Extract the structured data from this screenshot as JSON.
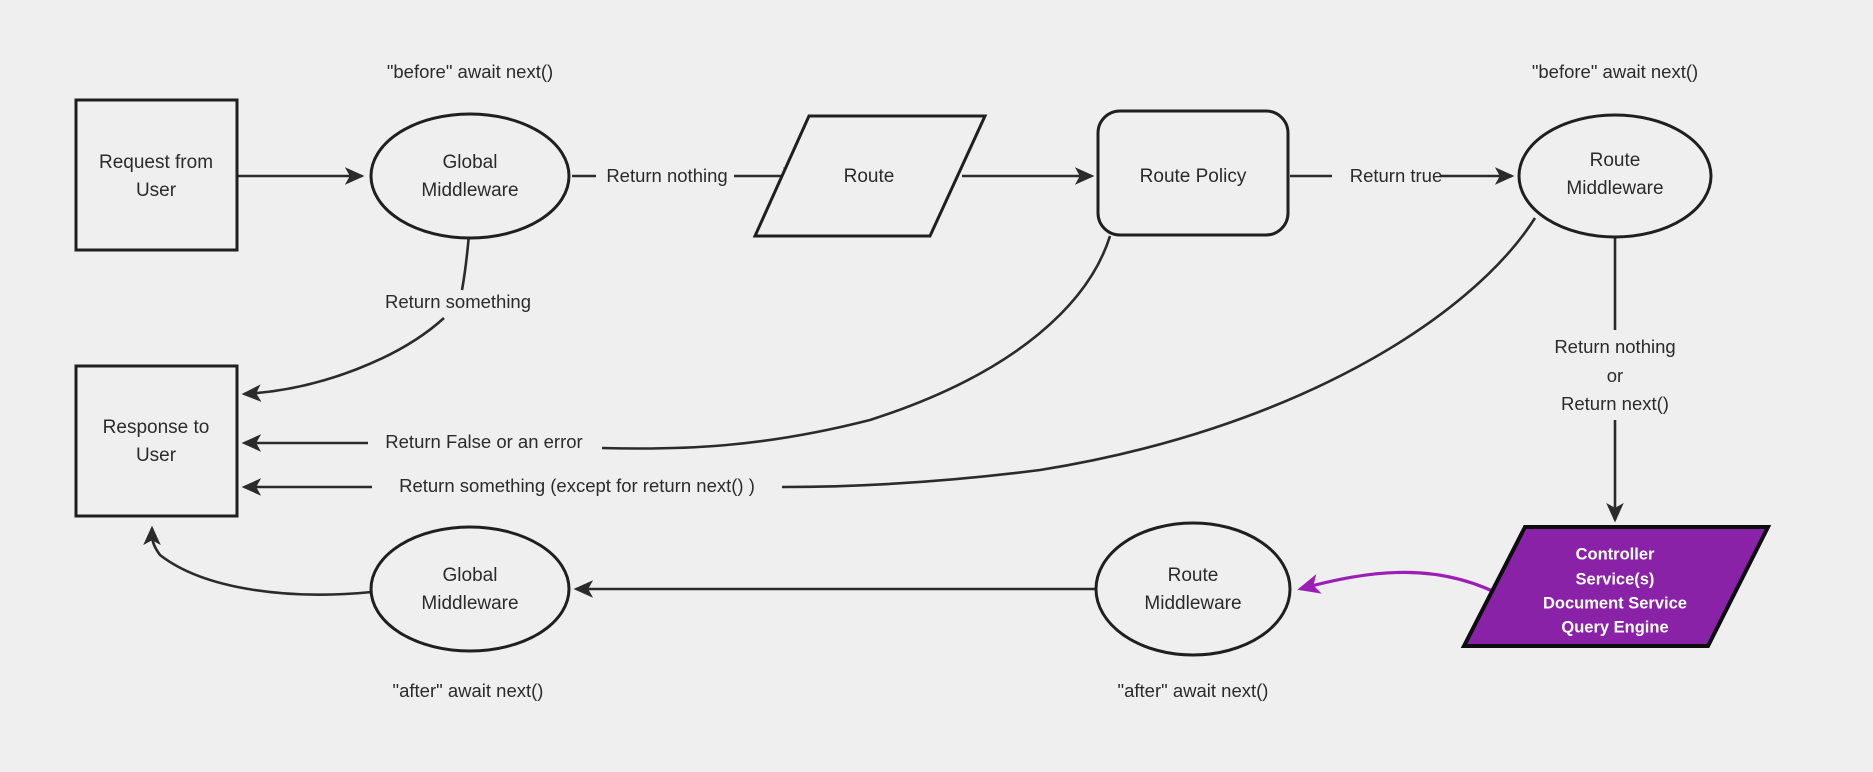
{
  "diagram": {
    "background_color": "#efefef",
    "stroke_color": "#2b2b2b",
    "accent_color": "#8a22a8",
    "nodes": {
      "request_from_user": {
        "line1": "Request from",
        "line2": "User",
        "shape": "rectangle"
      },
      "global_middleware_top": {
        "line1": "Global",
        "line2": "Middleware",
        "shape": "ellipse"
      },
      "route": {
        "line1": "Route",
        "shape": "parallelogram"
      },
      "route_policy": {
        "line1": "Route Policy",
        "shape": "rounded-rectangle"
      },
      "route_middleware_top": {
        "line1": "Route",
        "line2": "Middleware",
        "shape": "ellipse"
      },
      "response_to_user": {
        "line1": "Response to",
        "line2": "User",
        "shape": "rectangle"
      },
      "global_middleware_bottom": {
        "line1": "Global",
        "line2": "Middleware",
        "shape": "ellipse"
      },
      "route_middleware_bottom": {
        "line1": "Route",
        "line2": "Middleware",
        "shape": "ellipse"
      },
      "controller_services": {
        "line1": "Controller",
        "line2": "Service(s)",
        "line3": "Document Service",
        "line4": "Query Engine",
        "shape": "parallelogram",
        "fill": "#8a22a8",
        "text_color": "#ffffff"
      }
    },
    "annotations": {
      "before_await_next_global": "\"before\" await next()",
      "before_await_next_route": "\"before\" await next()",
      "after_await_next_global": "\"after\" await next()",
      "after_await_next_route": "\"after\" await next()"
    },
    "edge_labels": {
      "return_nothing": "Return nothing",
      "return_something": "Return something",
      "return_true": "Return true",
      "return_false_or_error": "Return False or an error",
      "return_something_except": "Return something (except for return next() )",
      "route_mw_down_line1": "Return nothing",
      "route_mw_down_line2": "or",
      "route_mw_down_line3": "Return next()"
    }
  }
}
